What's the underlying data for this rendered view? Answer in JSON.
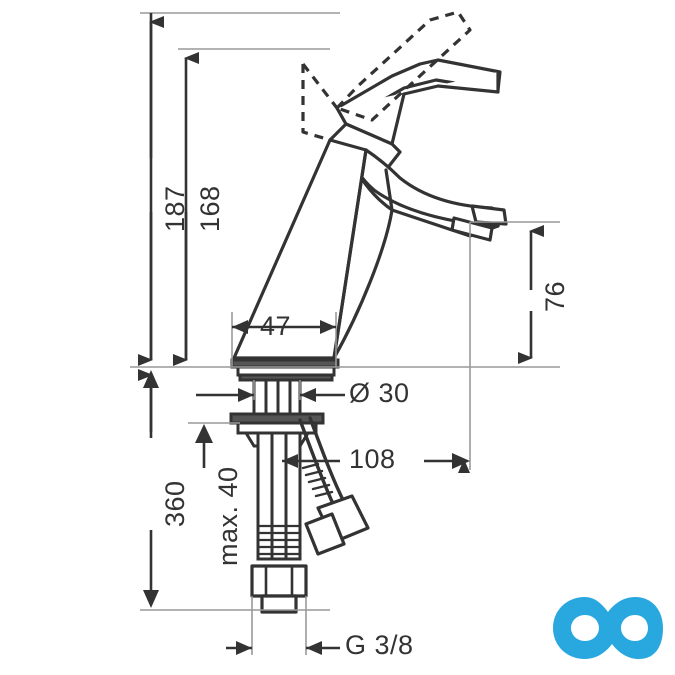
{
  "document": {
    "type": "technical-dimension-drawing",
    "subject": "single-lever basin mixer faucet",
    "units": "mm"
  },
  "dimensions": {
    "total_height": "187",
    "spout_height_body": "168",
    "spout_outlet_height": "76",
    "body_width": "47",
    "base_diameter": "Ø 30",
    "spout_reach": "108",
    "hose_length": "360",
    "max_counter_thickness": "max. 40",
    "thread_size": "G 3/8"
  },
  "colors": {
    "line": "#333333",
    "background": "#ffffff",
    "logo_blue": "#29a8e0"
  },
  "logo": {
    "name": "co-infinity-logo",
    "color": "#29a8e0"
  }
}
